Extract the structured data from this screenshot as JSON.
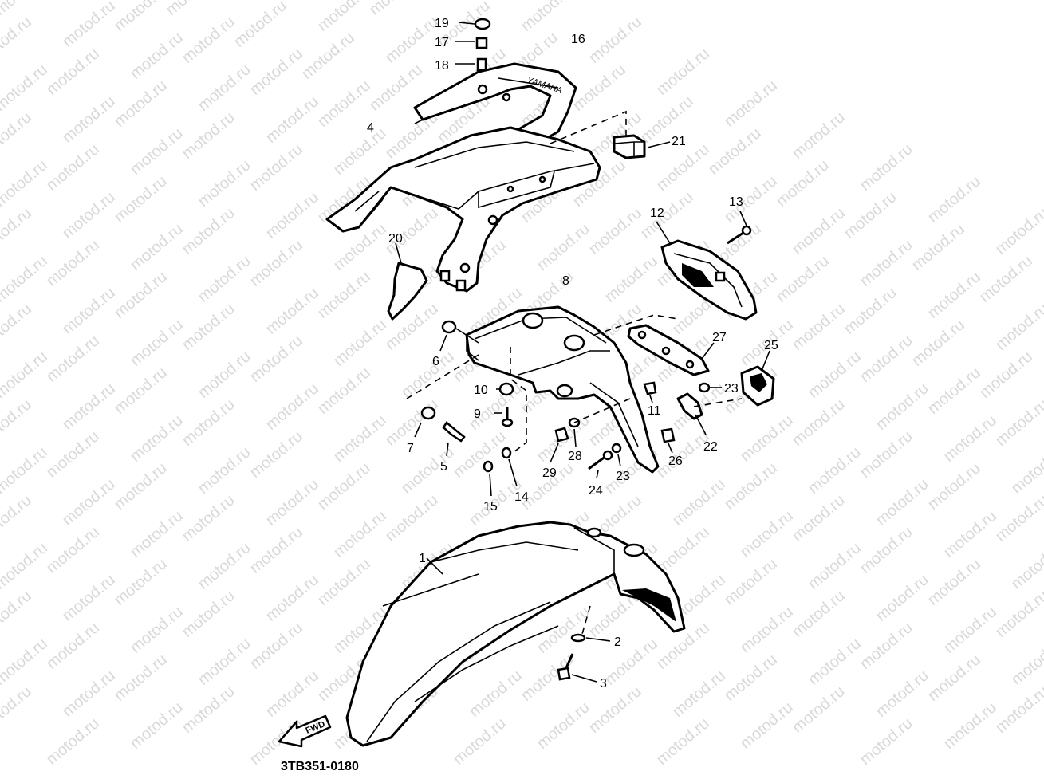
{
  "diagram": {
    "watermark_text": "motod.ru",
    "drawing_code": "3TB351-0180",
    "direction_badge": "FWD",
    "colors": {
      "ink": "#000000",
      "watermark": "#d9d9d9",
      "paper": "#ffffff"
    },
    "parts": [
      {
        "id": "p1",
        "label": "1"
      },
      {
        "id": "p2",
        "label": "2"
      },
      {
        "id": "p3",
        "label": "3"
      },
      {
        "id": "p4",
        "label": "4"
      },
      {
        "id": "p5",
        "label": "5"
      },
      {
        "id": "p6",
        "label": "6"
      },
      {
        "id": "p7",
        "label": "7"
      },
      {
        "id": "p8",
        "label": "8"
      },
      {
        "id": "p9",
        "label": "9"
      },
      {
        "id": "p10",
        "label": "10"
      },
      {
        "id": "p11",
        "label": "11"
      },
      {
        "id": "p12",
        "label": "12"
      },
      {
        "id": "p13",
        "label": "13"
      },
      {
        "id": "p14",
        "label": "14"
      },
      {
        "id": "p15",
        "label": "15"
      },
      {
        "id": "p16",
        "label": "16"
      },
      {
        "id": "p17",
        "label": "17"
      },
      {
        "id": "p18",
        "label": "18"
      },
      {
        "id": "p19",
        "label": "19"
      },
      {
        "id": "p20",
        "label": "20"
      },
      {
        "id": "p21",
        "label": "21"
      },
      {
        "id": "p22",
        "label": "22"
      },
      {
        "id": "p23a",
        "label": "23"
      },
      {
        "id": "p23b",
        "label": "23"
      },
      {
        "id": "p24",
        "label": "24"
      },
      {
        "id": "p25",
        "label": "25"
      },
      {
        "id": "p26",
        "label": "26"
      },
      {
        "id": "p27",
        "label": "27"
      },
      {
        "id": "p28",
        "label": "28"
      },
      {
        "id": "p29",
        "label": "29"
      }
    ]
  }
}
